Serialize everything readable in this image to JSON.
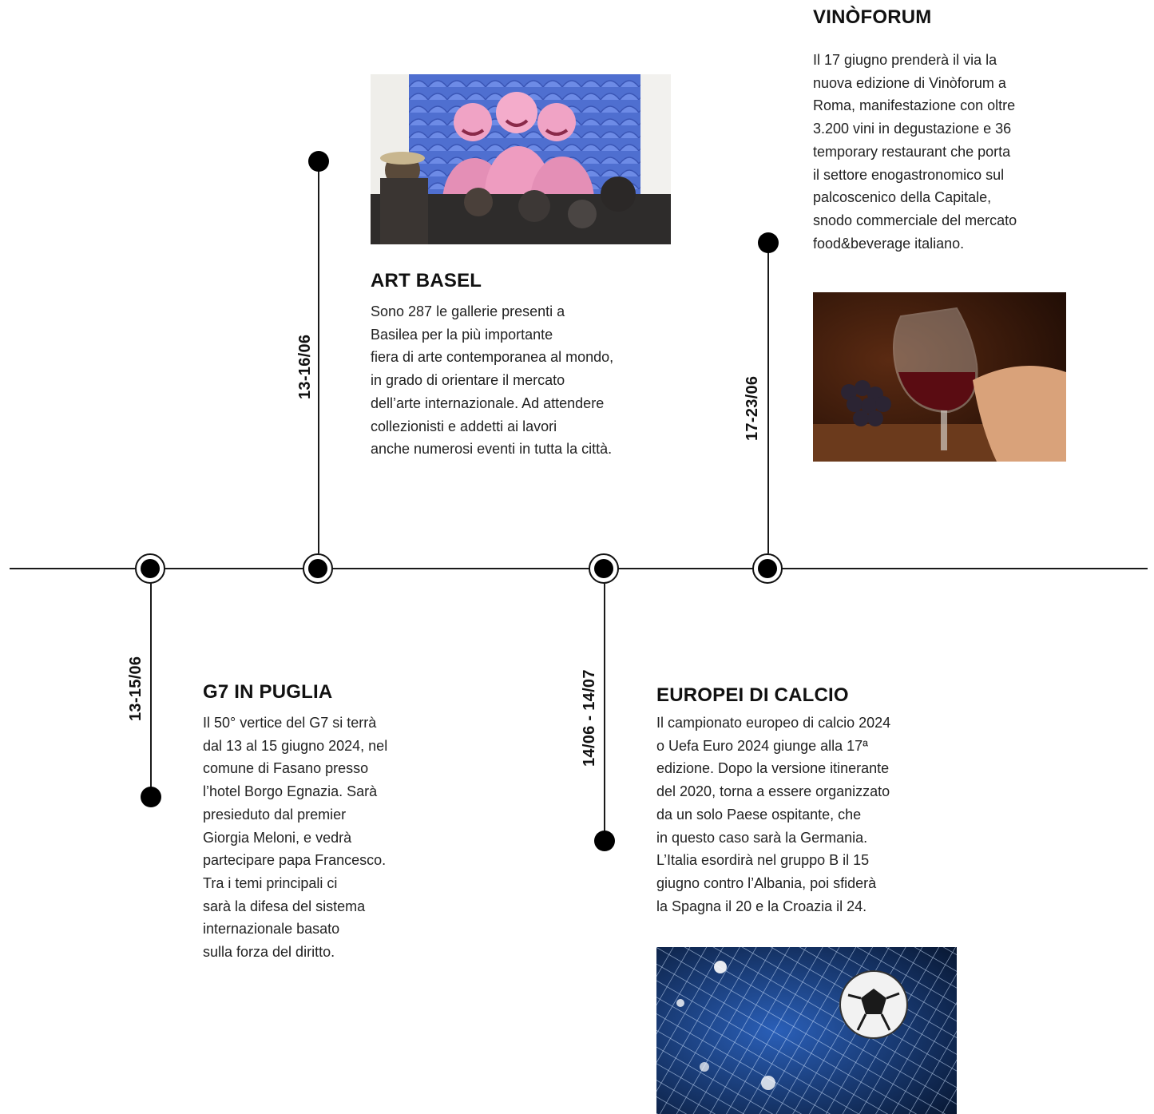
{
  "events": {
    "vinoforum": {
      "title": "VINÒFORUM",
      "date": "17-23/06",
      "lines": [
        "Il 17 giugno prenderà il via la",
        "nuova edizione di Vinòforum a",
        "Roma, manifestazione con oltre",
        "3.200 vini in degustazione e 36",
        "temporary restaurant che porta",
        "il settore enogastronomico sul",
        "palcoscenico della Capitale,",
        "snodo commerciale del mercato",
        "food&beverage italiano."
      ],
      "image": "red-wine-glass-photo"
    },
    "art_basel": {
      "title": "ART BASEL",
      "date": "13-16/06",
      "lines": [
        "Sono 287 le gallerie presenti a",
        "Basilea per la più importante",
        "fiera di arte contemporanea al mondo,",
        "in grado di orientare il mercato",
        "dell’arte internazionale. Ad attendere",
        "collezionisti e addetti ai lavori",
        "anche numerosi eventi in tutta la città."
      ],
      "image": "art-basel-gallery-photo"
    },
    "g7": {
      "title": "G7 IN PUGLIA",
      "date": "13-15/06",
      "lines": [
        "Il 50° vertice del G7 si terrà",
        "dal 13 al 15 giugno 2024, nel",
        "comune di Fasano presso",
        "l’hotel Borgo Egnazia. Sarà",
        "presieduto dal premier",
        "Giorgia Meloni, e vedrà",
        "partecipare papa Francesco.",
        "Tra i temi principali ci",
        "sarà la difesa del sistema",
        "internazionale basato",
        "sulla forza del diritto."
      ]
    },
    "euro": {
      "title": "EUROPEI DI CALCIO",
      "date": "14/06 - 14/07",
      "lines": [
        "Il campionato europeo di calcio 2024",
        "o Uefa Euro 2024 giunge alla 17ª",
        "edizione. Dopo la versione itinerante",
        "del 2020, torna a essere organizzato",
        "da un solo Paese ospitante, che",
        "in questo caso sarà la Germania.",
        "L’Italia esordirà nel gruppo B il 15",
        "giugno contro l’Albania, poi sfiderà",
        "la Spagna il 20 e la Croazia il 24."
      ],
      "image": "football-in-net-photo"
    }
  }
}
